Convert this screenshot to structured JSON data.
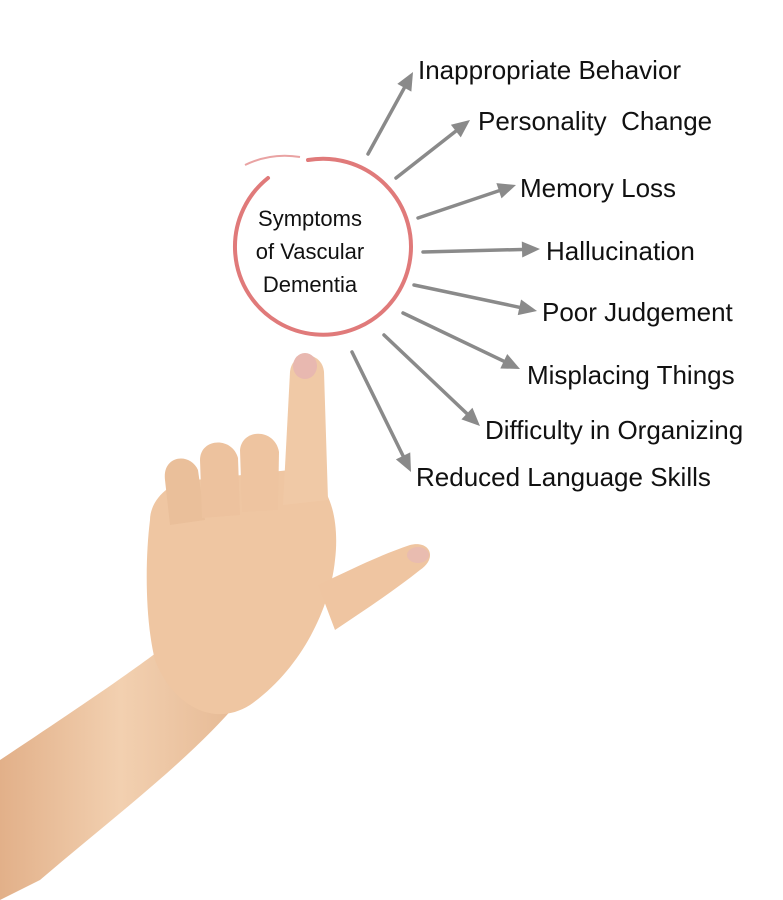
{
  "center": {
    "line1": "Symptoms",
    "line2": "of Vascular",
    "line3": "Dementia",
    "ring_color": "#e07a7a"
  },
  "symptoms": [
    "Inappropriate Behavior",
    "Personality  Change",
    "Memory Loss",
    "Hallucination",
    "Poor Judgement",
    "Misplacing Things",
    "Difficulty in Organizing",
    "Reduced Language Skills"
  ],
  "colors": {
    "arrow": "#8a8a8a",
    "text": "#111111",
    "skin": "#eec7a4",
    "background": "#ffffff"
  }
}
